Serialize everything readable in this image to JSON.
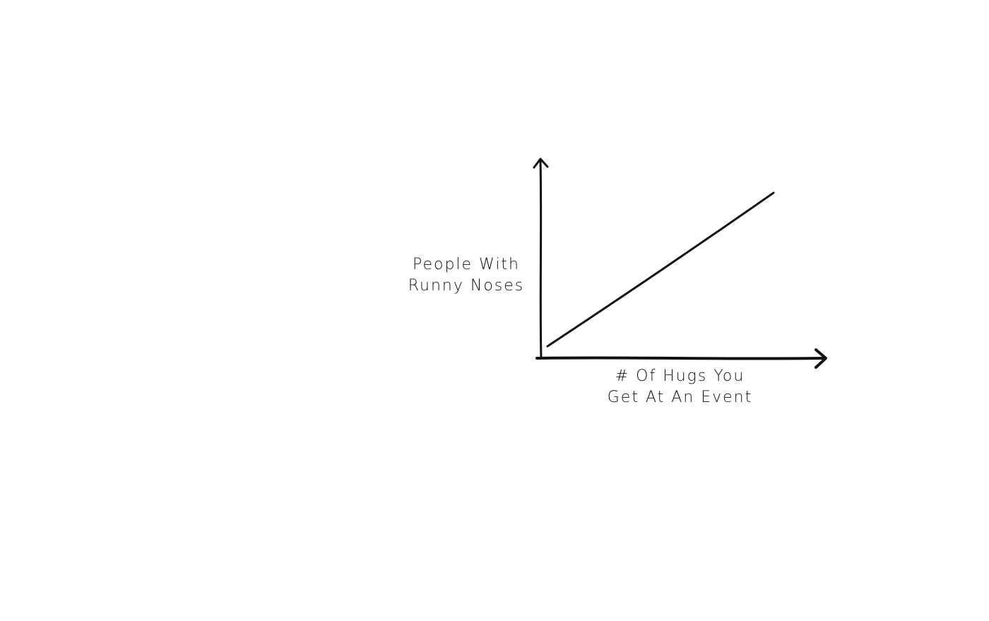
{
  "chart_data": {
    "type": "line",
    "xlabel_lines": [
      "# Of Hugs You",
      "Get At An Event"
    ],
    "ylabel_lines": [
      "People With",
      "Runny Noses"
    ],
    "xlim": [
      0,
      10
    ],
    "ylim": [
      0,
      10
    ],
    "grid": false,
    "ticks": false,
    "series": [
      {
        "x": [
          0,
          10
        ],
        "y": [
          0.6,
          8.3
        ]
      }
    ],
    "line_color": "#111111"
  }
}
